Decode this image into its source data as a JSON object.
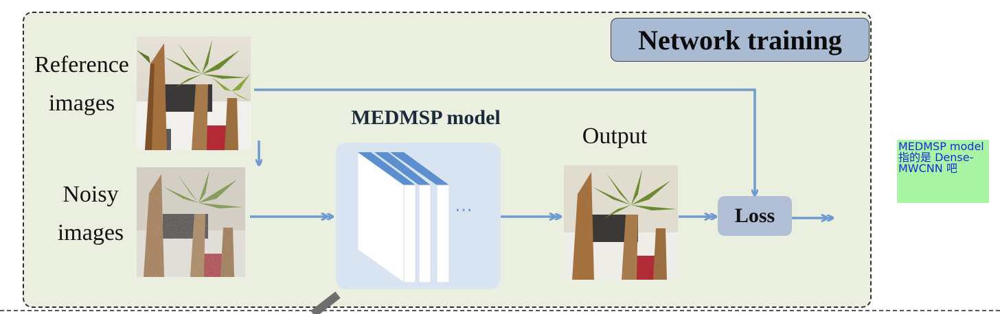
{
  "panel": {
    "title": "Network training"
  },
  "inputs": {
    "reference_label_line1": "Reference",
    "reference_label_line2": "images",
    "noisy_label_line1": "Noisy",
    "noisy_label_line2": "images"
  },
  "model": {
    "title": "MEDMSP model",
    "ellipsis": "…"
  },
  "output": {
    "label": "Output"
  },
  "loss": {
    "label": "Loss"
  },
  "annotation": {
    "text": "MEDMSP model 指的是 Dense-MWCNN 吧"
  },
  "colors": {
    "panel_bg": "#ebefe0",
    "arrow": "#6f9bd1",
    "title_box": "#a9bbd3",
    "model_box": "#d9e4f2",
    "loss_box": "#b0bfd6",
    "note_bg": "#a8f5a6",
    "note_text": "#1a28d8"
  }
}
